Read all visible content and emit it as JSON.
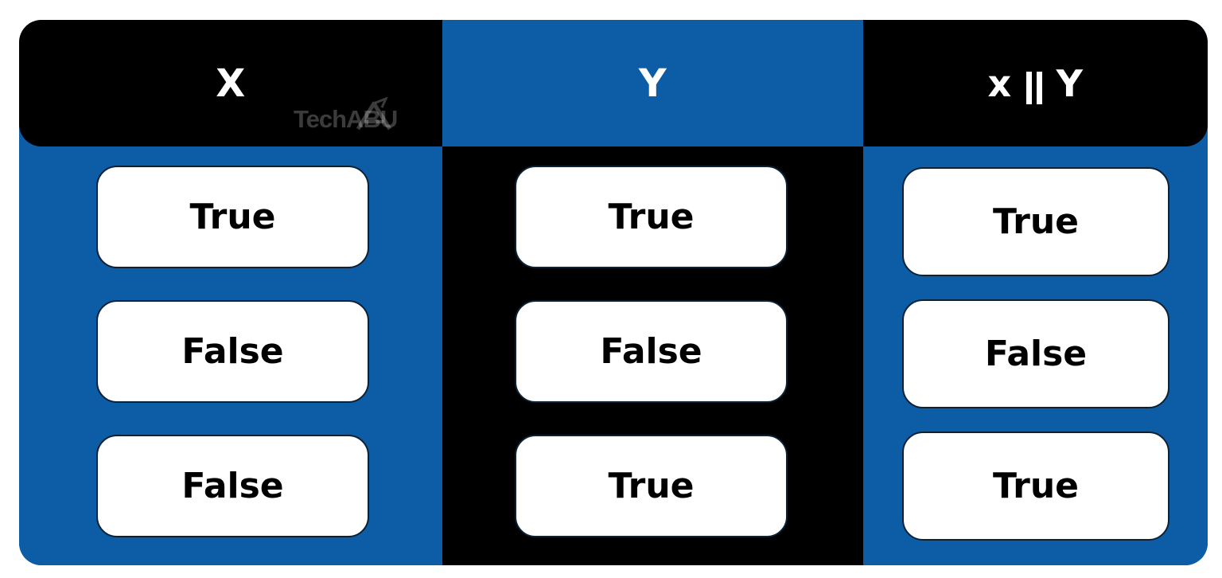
{
  "table": {
    "headers": {
      "x": "X",
      "y": "Y",
      "result_left": "x",
      "result_right": "Y"
    },
    "rows": [
      {
        "x": "True",
        "y": "True",
        "result": "True"
      },
      {
        "x": "False",
        "y": "False",
        "result": "False"
      },
      {
        "x": "False",
        "y": "True",
        "result": "True"
      }
    ]
  },
  "watermark": {
    "text": "TechABU"
  },
  "colors": {
    "primary_blue": "#0c5ca6",
    "header_black": "#000000",
    "cell_white": "#ffffff",
    "text_black": "#000000"
  }
}
